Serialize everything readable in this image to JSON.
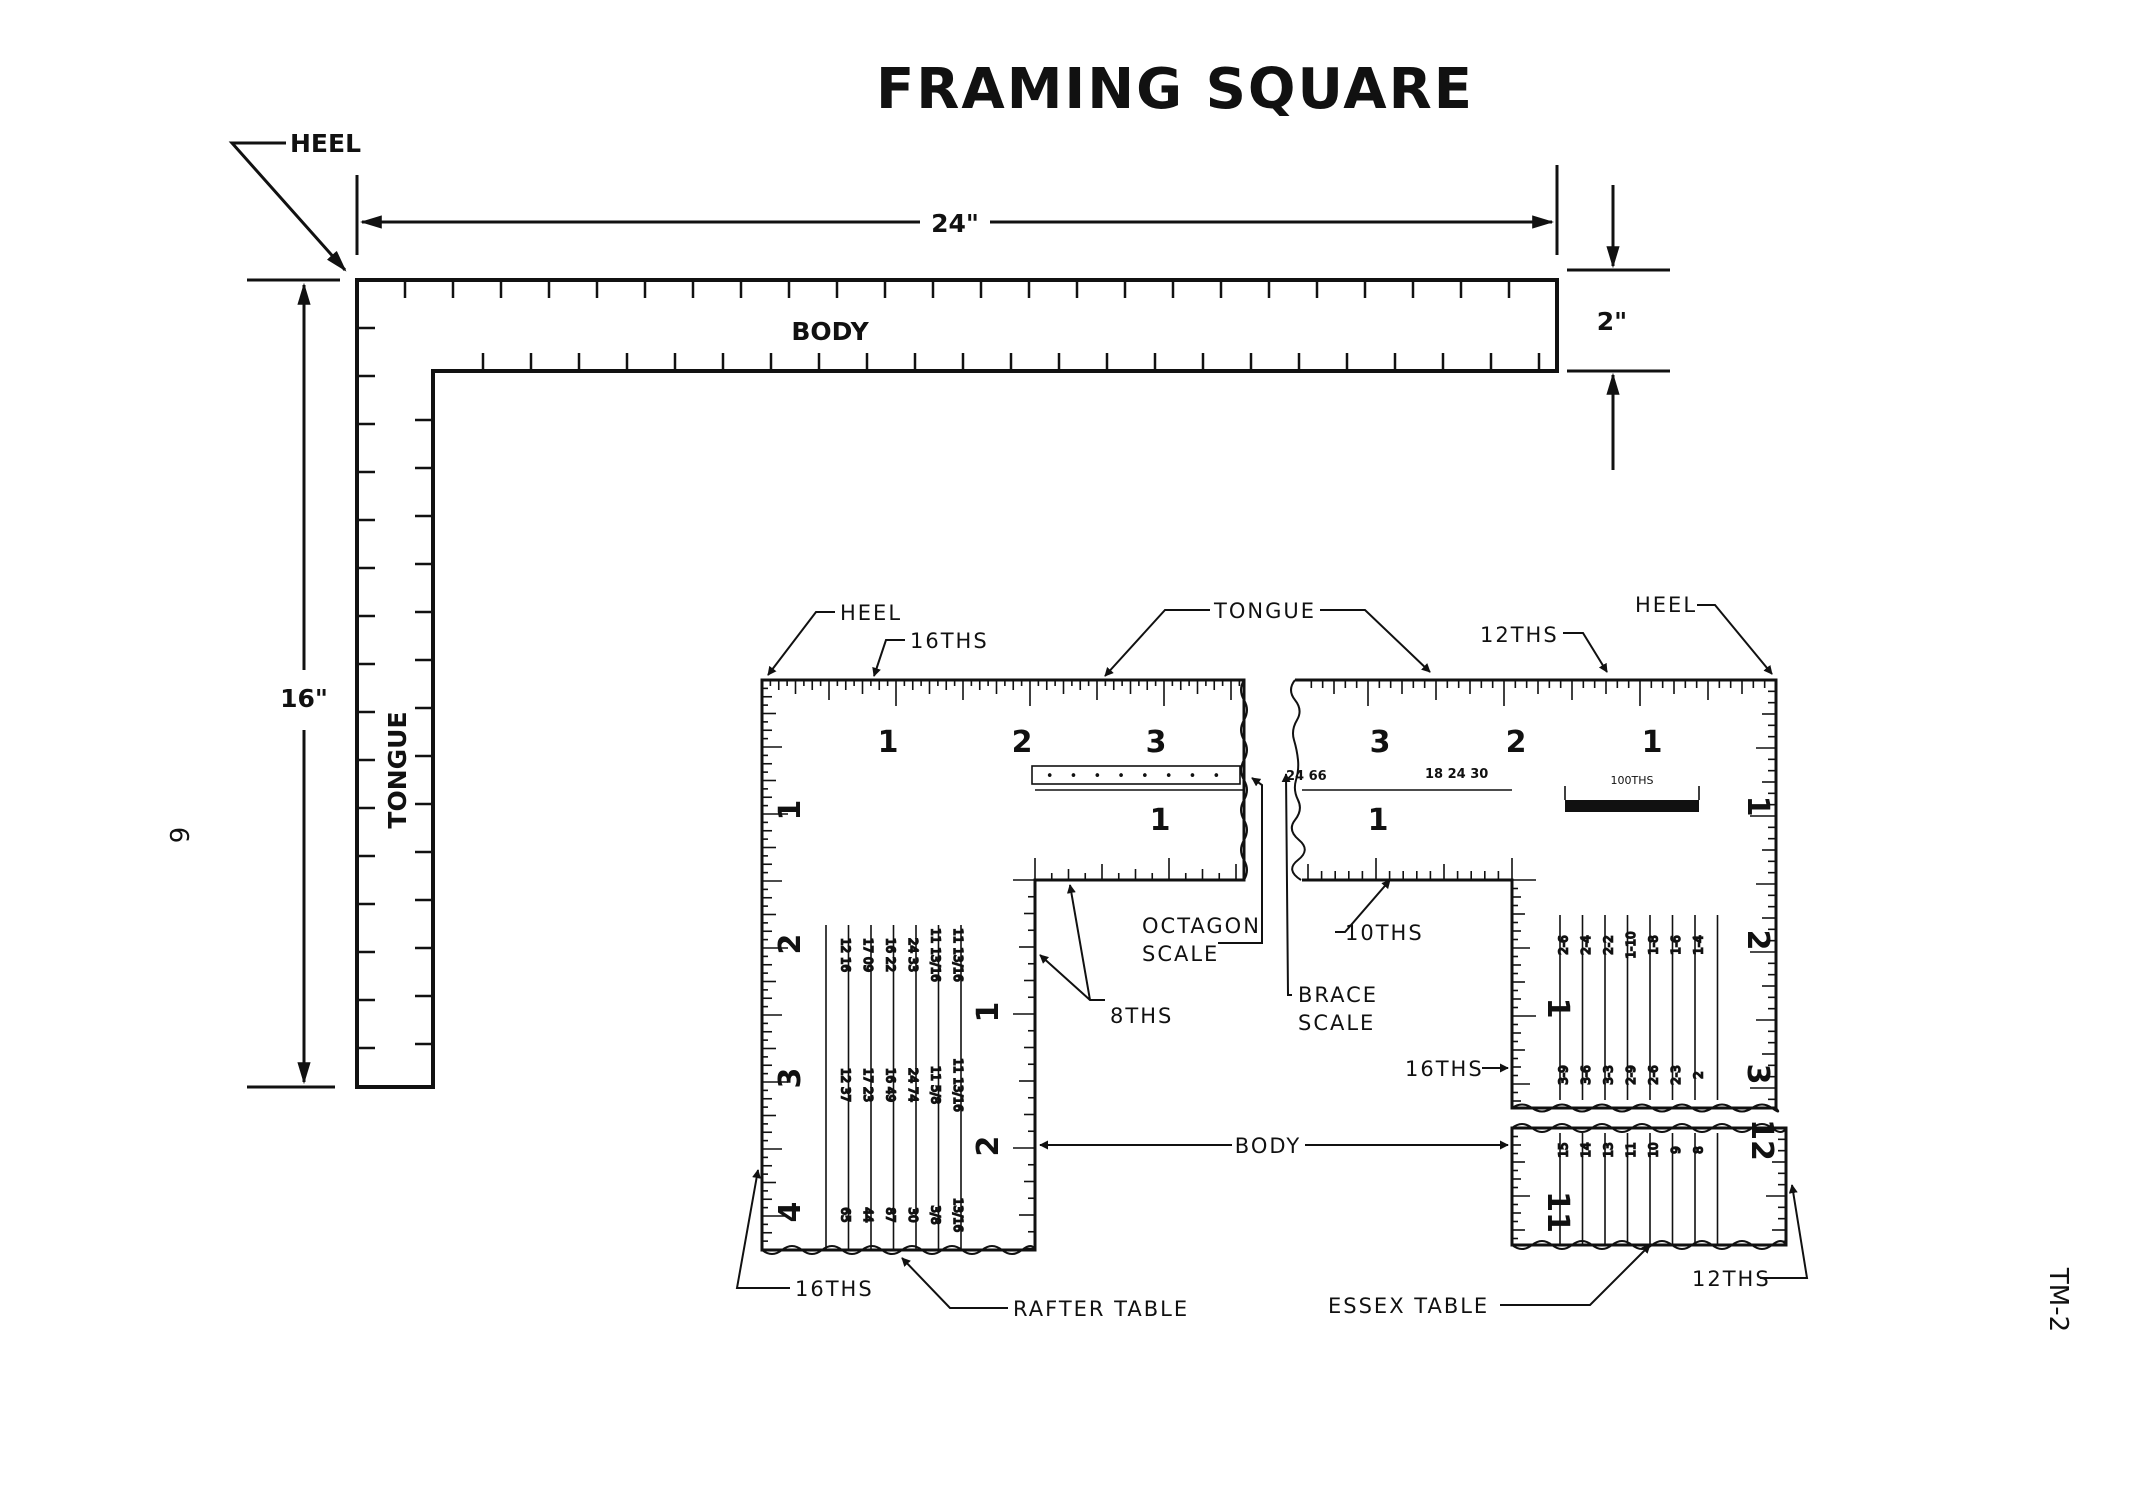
{
  "title": "FRAMING SQUARE",
  "page_number": "6",
  "doc_code": "TM-2",
  "top_diagram": {
    "heel": "HEEL",
    "body": "BODY",
    "tongue": "TONGUE",
    "dim_length": "24\"",
    "dim_width": "2\"",
    "dim_height": "16\""
  },
  "detail_labels": {
    "heel_left": "HEEL",
    "heel_right": "HEEL",
    "tongue": "TONGUE",
    "sixteenths_top": "16THS",
    "twelfths_top": "12THS",
    "octagon_scale_1": "OCTAGON",
    "octagon_scale_2": "SCALE",
    "brace_scale_1": "BRACE",
    "brace_scale_2": "SCALE",
    "eighths": "8THS",
    "tenths": "10THS",
    "sixteenths_right": "16THS",
    "body": "BODY",
    "sixteenths_bottom": "16THS",
    "rafter_table": "RAFTER TABLE",
    "essex_table": "ESSEX TABLE",
    "twelfths_bottom": "12THS",
    "hundredths": "100THS"
  },
  "left_square_numbers": {
    "top": [
      "1",
      "2",
      "3"
    ],
    "inner": "1",
    "side_outer": [
      "1",
      "2",
      "3",
      "4"
    ],
    "side_inner": [
      "1",
      "2"
    ],
    "octagon_marks": "• • • • • • • •"
  },
  "right_square_numbers": {
    "top": [
      "3",
      "2",
      "1"
    ],
    "inner": "1",
    "side_outer": [
      "1",
      "2",
      "3",
      "12"
    ],
    "side_inner": [
      "1",
      "11"
    ],
    "brace_a": "24 66",
    "brace_b": "18 24 30"
  },
  "rafter_columns": [
    {
      "top": "12 16",
      "mid": "12 37",
      "bot": "65"
    },
    {
      "top": "17 09",
      "mid": "17 23",
      "bot": "44"
    },
    {
      "top": "16 22",
      "mid": "16 49",
      "bot": "87"
    },
    {
      "top": "24 33",
      "mid": "24 74",
      "bot": "30"
    },
    {
      "top": "11 13/16",
      "mid": "11 5/8",
      "bot": "3/8"
    },
    {
      "top": "11 13/16",
      "mid": "11 13/16",
      "bot": "13/16"
    }
  ],
  "essex_columns": [
    {
      "top": "2-6",
      "mid": "3-9",
      "bot": "15"
    },
    {
      "top": "2-4",
      "mid": "3-6",
      "bot": "14"
    },
    {
      "top": "2-2",
      "mid": "3-3",
      "bot": "13"
    },
    {
      "top": "1-10",
      "mid": "2-9",
      "bot": "11"
    },
    {
      "top": "1-8",
      "mid": "2-6",
      "bot": "10"
    },
    {
      "top": "1-6",
      "mid": "2-3",
      "bot": "9"
    },
    {
      "top": "1-4",
      "mid": "2",
      "bot": "8"
    }
  ]
}
